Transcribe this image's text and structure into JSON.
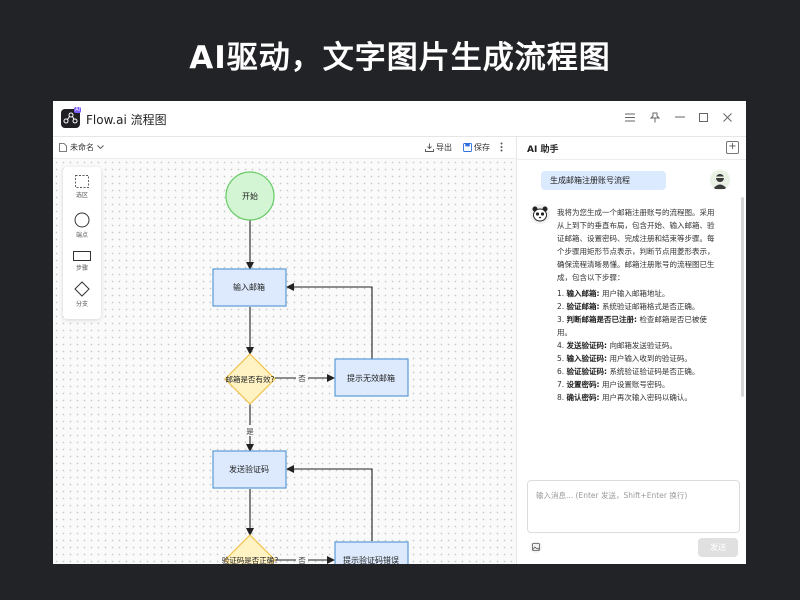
{
  "headline": "AI驱动，文字图片生成流程图",
  "window": {
    "title": "Flow.ai 流程图",
    "logo_badge": "AI"
  },
  "toolbar": {
    "doc_name": "未命名",
    "export_label": "导出",
    "save_label": "保存"
  },
  "palette": {
    "items": [
      {
        "icon": "selection-icon",
        "label": "选区"
      },
      {
        "icon": "circle-icon",
        "label": "端点"
      },
      {
        "icon": "rectangle-icon",
        "label": "步骤"
      },
      {
        "icon": "diamond-icon",
        "label": "分支"
      }
    ]
  },
  "flowchart": {
    "start": "开始",
    "input_email": "输入邮箱",
    "check_email": "邮箱是否有效?",
    "invalid_email": "提示无效邮箱",
    "send_code": "发送验证码",
    "check_code": "验证码是否正确?",
    "code_error": "提示验证码错误",
    "no_label": "否",
    "yes_label": "是",
    "colors": {
      "start_fill": "#d4f5d4",
      "start_stroke": "#66cc66",
      "step_fill": "#ddeafd",
      "step_stroke": "#5b9bd5",
      "decision_fill": "#fff3c4",
      "decision_stroke": "#f2c14e"
    }
  },
  "assistant": {
    "title": "AI 助手",
    "user_message": "生成邮箱注册账号流程",
    "intro": "我将为您生成一个邮箱注册账号的流程图。采用从上到下的垂直布局，包含开始、输入邮箱、验证邮箱、设置密码、完成注册和结束等步骤。每个步骤用矩形节点表示，判断节点用菱形表示，确保流程清晰易懂。邮箱注册账号的流程图已生成，包含以下步骤：",
    "steps": [
      {
        "num": "1.",
        "title": "输入邮箱:",
        "desc": "用户输入邮箱地址。"
      },
      {
        "num": "2.",
        "title": "验证邮箱:",
        "desc": "系统验证邮箱格式是否正确。"
      },
      {
        "num": "3.",
        "title": "判断邮箱是否已注册:",
        "desc": "检查邮箱是否已被使用。"
      },
      {
        "num": "4.",
        "title": "发送验证码:",
        "desc": "向邮箱发送验证码。"
      },
      {
        "num": "5.",
        "title": "输入验证码:",
        "desc": "用户输入收到的验证码。"
      },
      {
        "num": "6.",
        "title": "验证验证码:",
        "desc": "系统验证验证码是否正确。"
      },
      {
        "num": "7.",
        "title": "设置密码:",
        "desc": "用户设置账号密码。"
      },
      {
        "num": "8.",
        "title": "确认密码:",
        "desc": "用户再次输入密码以确认。"
      }
    ],
    "input_placeholder": "输入消息... (Enter 发送，Shift+Enter 换行)",
    "send_label": "发送"
  }
}
